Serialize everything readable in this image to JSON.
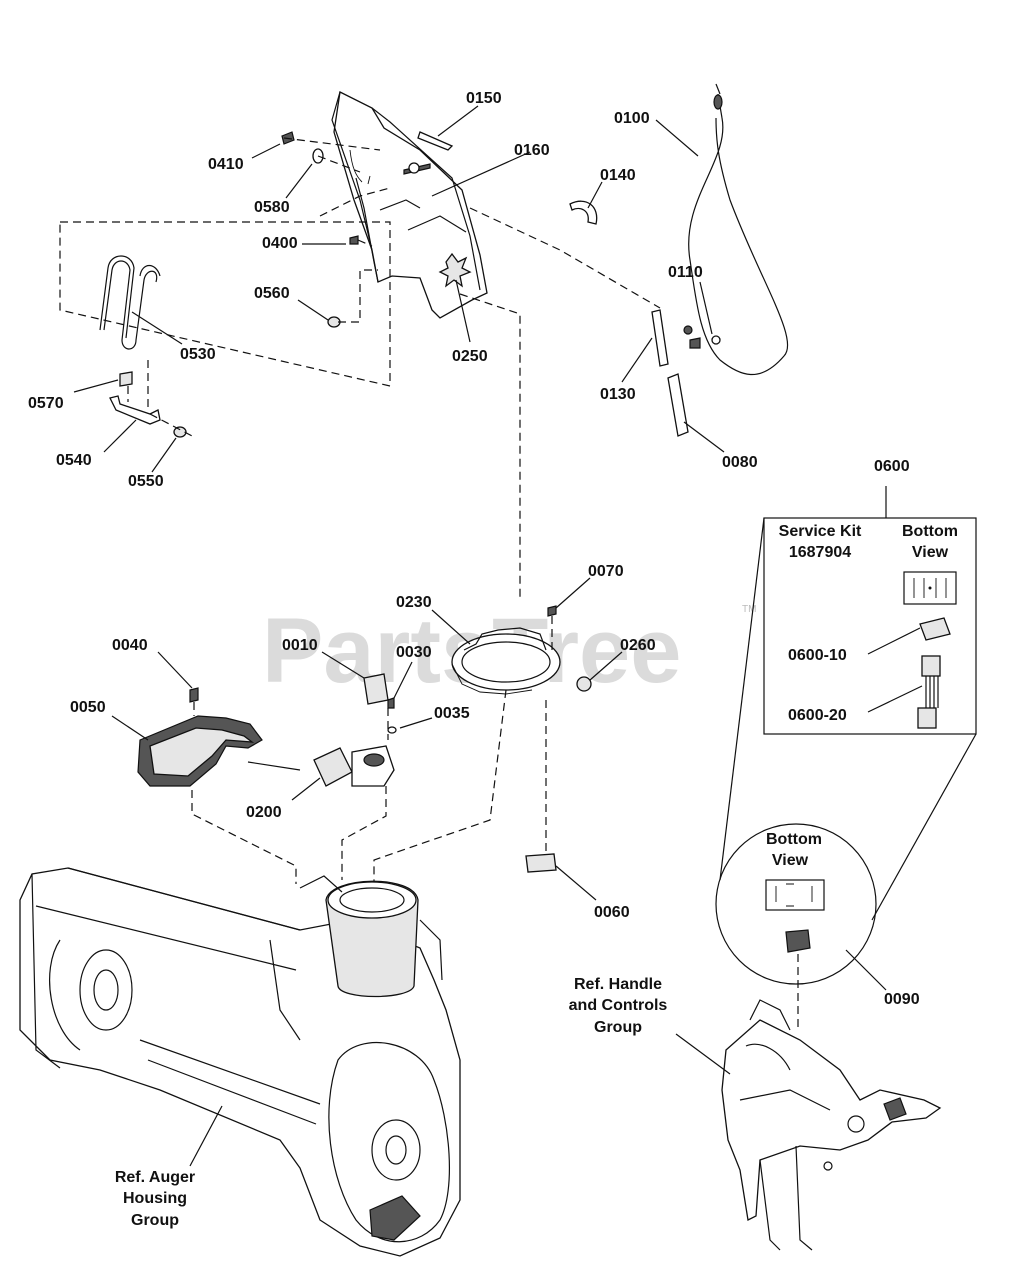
{
  "watermark": {
    "text": "PartsTree",
    "tm": "TM"
  },
  "labels": {
    "p0150": "0150",
    "p0160": "0160",
    "p0100": "0100",
    "p0410": "0410",
    "p0140": "0140",
    "p0580": "0580",
    "p0400": "0400",
    "p0110": "0110",
    "p0560": "0560",
    "p0530": "0530",
    "p0250": "0250",
    "p0130": "0130",
    "p0570": "0570",
    "p0080": "0080",
    "p0540": "0540",
    "p0550": "0550",
    "p0600": "0600",
    "p0070": "0070",
    "p0230": "0230",
    "p0040": "0040",
    "p0010": "0010",
    "p0030": "0030",
    "p0260": "0260",
    "p0050": "0050",
    "p0035": "0035",
    "p0200": "0200",
    "p0060": "0060",
    "p0090": "0090",
    "p0600_10": "0600-10",
    "p0600_20": "0600-20"
  },
  "service_kit": {
    "line1": "Service Kit",
    "line2": "1687904",
    "bottom_view_1": "Bottom",
    "bottom_view_2": "View"
  },
  "detail_circle": {
    "line1": "Bottom",
    "line2": "View"
  },
  "references": {
    "handle_1": "Ref. Handle",
    "handle_2": "and Controls",
    "handle_3": "Group",
    "auger_1": "Ref. Auger",
    "auger_2": "Housing",
    "auger_3": "Group"
  }
}
